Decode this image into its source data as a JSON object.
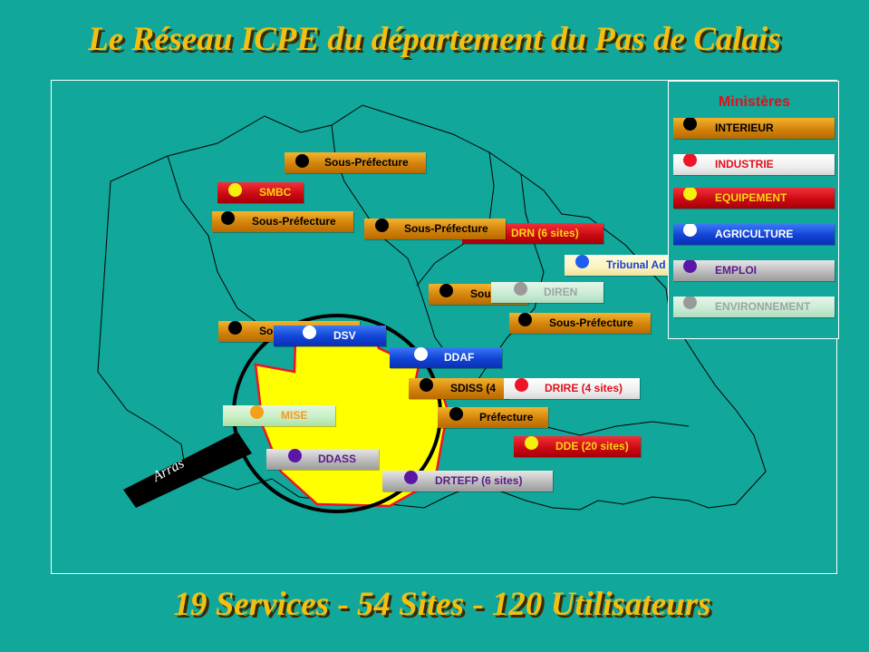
{
  "title": "Le Réseau ICPE du département du Pas de Calais",
  "footer": "19 Services - 54 Sites - 120 Utilisateurs",
  "legend": {
    "title": "Ministères",
    "items": [
      {
        "label": "INTERIEUR",
        "color": "#000000"
      },
      {
        "label": "INDUSTRIE",
        "color": "#ee1428"
      },
      {
        "label": "EQUIPEMENT",
        "color": "#f6f00c"
      },
      {
        "label": "AGRICULTURE",
        "color": "#ffffff"
      },
      {
        "label": "EMPLOI",
        "color": "#5b16a6"
      },
      {
        "label": "ENVIRONNEMENT",
        "color": "#9a9a9a"
      }
    ]
  },
  "map": {
    "zoom_label": "Arras",
    "services": [
      {
        "label": "Sous-Préfecture"
      },
      {
        "label": "SMBC"
      },
      {
        "label": "Sous-Préfecture"
      },
      {
        "label": "DRN (6 sites)"
      },
      {
        "label": "Sous-Préfecture"
      },
      {
        "label": "Tribunal Ad"
      },
      {
        "label": "Sou"
      },
      {
        "label": "DIREN"
      },
      {
        "label": "Sous-Préfecture"
      },
      {
        "label": "So"
      },
      {
        "label": "DSV"
      },
      {
        "label": "DDAF"
      },
      {
        "label": "SDISS (4"
      },
      {
        "label": "DRIRE (4 sites)"
      },
      {
        "label": "MISE"
      },
      {
        "label": "Préfecture"
      },
      {
        "label": "DDE (20 sites)"
      },
      {
        "label": "DDASS"
      },
      {
        "label": "DRTEFP (6 sites)"
      }
    ]
  }
}
